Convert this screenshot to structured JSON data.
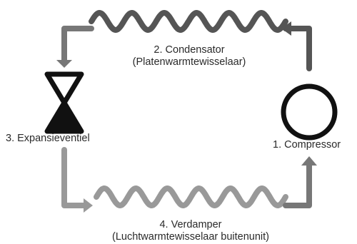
{
  "diagram": {
    "condenser": {
      "title": "2. Condensator",
      "subtitle": "(Platenwarmtewisselaar)"
    },
    "expansion_valve": {
      "title": "3. Expansieventiel"
    },
    "compressor": {
      "title": "1. Compressor"
    },
    "evaporator": {
      "title": "4. Verdamper",
      "subtitle": "(Luchtwarmtewisselaar buitenunit)"
    },
    "colors": {
      "hot_line": "#555555",
      "cold_line": "#999999",
      "mid_line": "#777777",
      "device": "#111111"
    }
  }
}
